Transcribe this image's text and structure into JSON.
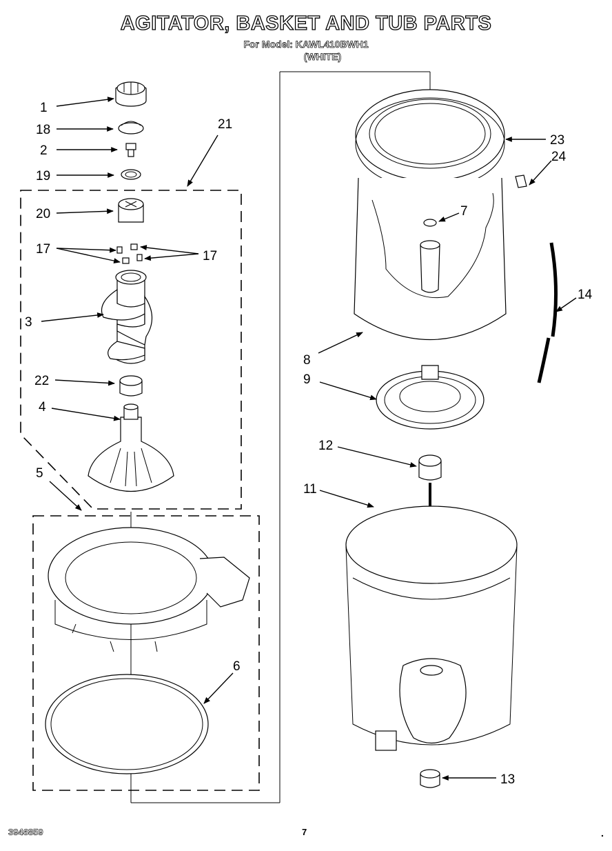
{
  "header": {
    "title": "AGITATOR, BASKET AND TUB PARTS",
    "model_line": "For Model: KAWL410BWH1",
    "color_line": "(WHITE)"
  },
  "footer": {
    "doc_number": "3946859",
    "page_number": "7"
  },
  "callouts": {
    "c1": "1",
    "c18": "18",
    "c2": "2",
    "c19": "19",
    "c20": "20",
    "c17a": "17",
    "c17b": "17",
    "c3": "3",
    "c22": "22",
    "c4": "4",
    "c21": "21",
    "c5": "5",
    "c6": "6",
    "c23": "23",
    "c24": "24",
    "c7": "7",
    "c14": "14",
    "c8": "8",
    "c9": "9",
    "c12": "12",
    "c11": "11",
    "c13": "13"
  }
}
